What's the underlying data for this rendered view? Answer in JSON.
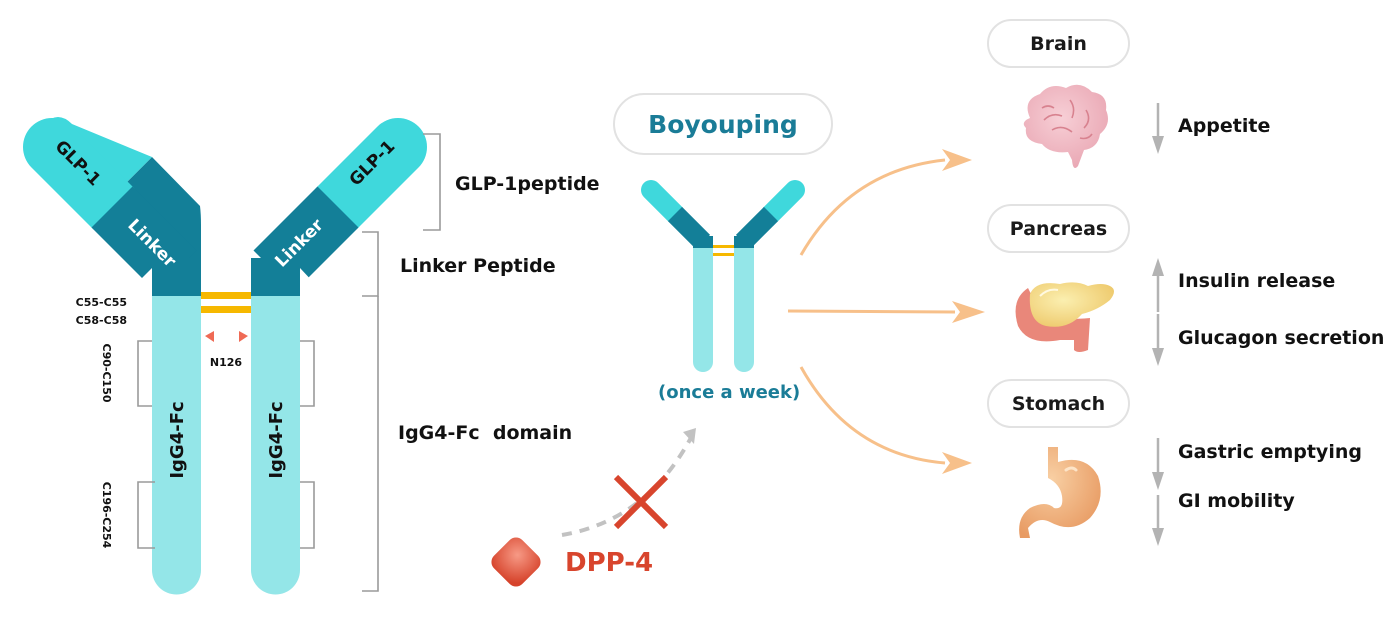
{
  "molecule": {
    "arm_left_tip": "GLP-1",
    "arm_right_tip": "GLP-1",
    "linker_left": "Linker",
    "linker_right": "Linker",
    "stem_left": "IgG4-Fc",
    "stem_right": "IgG4-Fc",
    "disulfide_labels": [
      "C55-C55",
      "C58-C58"
    ],
    "bond_left_upper": "C90-C150",
    "bond_left_lower": "C196-C254",
    "glyco_site": "N126"
  },
  "brackets": {
    "glp1": "GLP-1peptide",
    "linker": "Linker Peptide",
    "fc": "IgG4-Fc  domain"
  },
  "drug": {
    "name": "Boyouping",
    "dosing": "(once a week)",
    "enzyme": "DPP-4"
  },
  "organs": [
    {
      "name": "Brain",
      "effects": [
        {
          "direction": "down",
          "label": "Appetite"
        }
      ]
    },
    {
      "name": "Pancreas",
      "effects": [
        {
          "direction": "up",
          "label": "Insulin release"
        },
        {
          "direction": "down",
          "label": "Glucagon secretion"
        }
      ]
    },
    {
      "name": "Stomach",
      "effects": [
        {
          "direction": "down",
          "label": "Gastric emptying"
        },
        {
          "direction": "down",
          "label": "GI mobility"
        }
      ]
    }
  ],
  "colors": {
    "glp1": "#3fd8dc",
    "linker": "#137f98",
    "fc": "#94e6e8",
    "disulfide": "#f6b800",
    "accent_text": "#1a7c97",
    "dpp4": "#d8452d",
    "arrow": "#f7c08a",
    "gray": "#a9a9a9"
  }
}
